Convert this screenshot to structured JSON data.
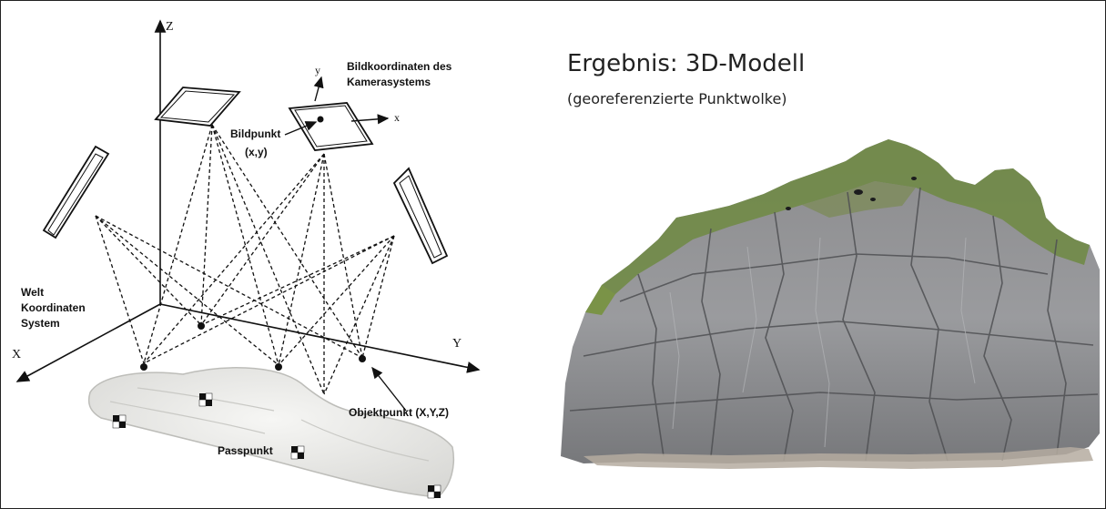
{
  "diagram": {
    "axes": {
      "z": "Z",
      "x": "X",
      "y": "Y"
    },
    "camera_axes": {
      "x": "x",
      "y": "y"
    },
    "labels": {
      "image_coords_line1": "Bildkoordinaten des",
      "image_coords_line2": "Kamerasystems",
      "image_point_line1": "Bildpunkt",
      "image_point_line2": "(x,y)",
      "world_line1": "Welt",
      "world_line2": "Koordinaten",
      "world_line3": "System",
      "object_point": "Objektpunkt (X,Y,Z)",
      "control_point": "Passpunkt"
    }
  },
  "result": {
    "title": "Ergebnis: 3D-Modell",
    "subtitle": "(georeferenzierte Punktwolke)"
  },
  "colors": {
    "rock": "#8f9094",
    "rock_dark": "#5f6063",
    "moss": "#6f8a42",
    "gravel": "#b5aba0",
    "terrain": "#ececea"
  }
}
